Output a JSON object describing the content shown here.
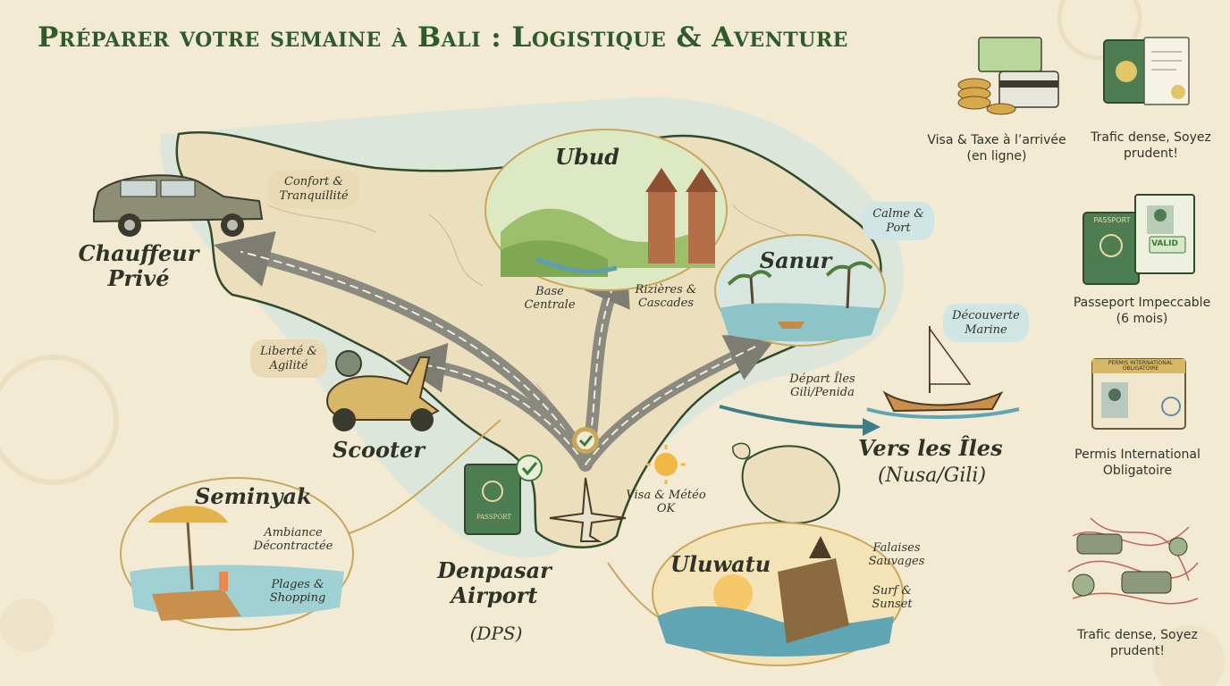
{
  "title": "Préparer votre semaine à Bali : Logistique & Aventure",
  "regions": {
    "ubud": {
      "name": "Ubud",
      "note1": "Base Centrale",
      "note2": "Rizières & Cascades"
    },
    "sanur": {
      "name": "Sanur",
      "bubble": "Calme & Port"
    },
    "seminyak": {
      "name": "Seminyak",
      "note1": "Ambiance Décontractée",
      "note2": "Plages & Shopping"
    },
    "uluwatu": {
      "name": "Uluwatu",
      "note1": "Falaises Sauvages",
      "note2": "Surf & Sunset"
    }
  },
  "transport": {
    "chauffeur": {
      "name": "Chauffeur Privé",
      "bubble": "Confort & Tranquillité"
    },
    "scooter": {
      "name": "Scooter",
      "bubble": "Liberté & Agilité"
    },
    "islands": {
      "name": "Vers les Îles",
      "sub": "(Nusa/Gili)",
      "bubble": "Découverte Marine",
      "depart": "Départ Îles Gili/Penida"
    }
  },
  "airport": {
    "name": "Denpasar Airport",
    "code": "(DPS)",
    "note": "Visa & Météo OK",
    "passport_text": "PASSPORT"
  },
  "checklist": [
    {
      "label": "Visa & Taxe à l’arrivée (en ligne)",
      "icon": "money-card-icon"
    },
    {
      "label": "Trafic dense, Soyez prudent!",
      "icon": "passport-document-icon"
    },
    {
      "label": "Passeport Impeccable (6 mois)",
      "icon": "passport-valid-icon",
      "stamp": "VALID",
      "cover": "PASSPORT"
    },
    {
      "label": "Permis International Obligatoire",
      "icon": "driving-permit-icon",
      "card_header": "PERMIS INTERNATIONAL OBLIGATOIRE"
    },
    {
      "label": "Trafic dense, Soyez prudent!",
      "icon": "traffic-icon"
    }
  ],
  "colors": {
    "parchment": "#f3ead4",
    "land": "#ecdfbd",
    "green": "#2e5a2c",
    "sea": "#bfdedc",
    "road": "#8a8a80",
    "gold": "#c9a75a"
  }
}
